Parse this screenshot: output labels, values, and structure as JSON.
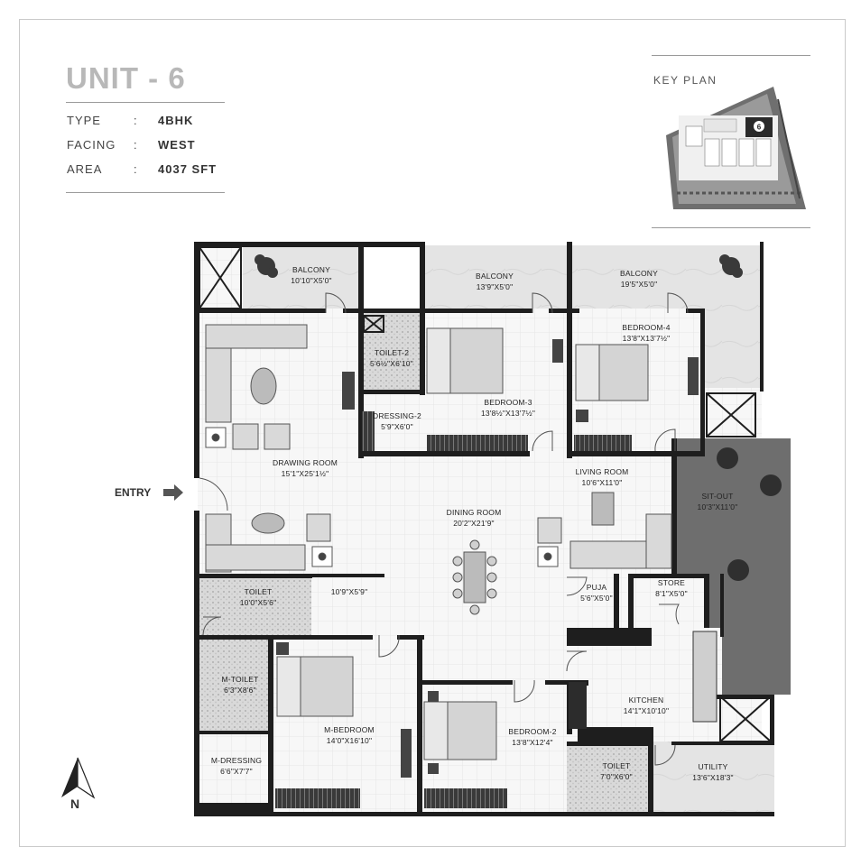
{
  "unit": {
    "title": "UNIT - 6",
    "specs": [
      {
        "label": "TYPE",
        "sep": ":",
        "value": "4BHK"
      },
      {
        "label": "FACING",
        "sep": ":",
        "value": "WEST"
      },
      {
        "label": "AREA",
        "sep": ":",
        "value": "4037 SFT"
      }
    ]
  },
  "key_plan": {
    "title": "KEY PLAN",
    "unit_marker": "6"
  },
  "entry_label": "ENTRY",
  "north_label": "N",
  "rooms": {
    "balcony_1": {
      "name": "BALCONY",
      "dim": "10'10\"X5'0\""
    },
    "balcony_2": {
      "name": "BALCONY",
      "dim": "13'9\"X5'0\""
    },
    "balcony_3": {
      "name": "BALCONY",
      "dim": "19'5\"X5'0\""
    },
    "bedroom_4": {
      "name": "BEDROOM-4",
      "dim": "13'8\"X13'7½\""
    },
    "toilet_2": {
      "name": "TOILET-2",
      "dim": "5'6½\"X6'10\""
    },
    "bedroom_3": {
      "name": "BEDROOM-3",
      "dim": "13'8½\"X13'7½\""
    },
    "dressing_2": {
      "name": "DRESSING-2",
      "dim": "5'9\"X6'0\""
    },
    "drawing_room": {
      "name": "DRAWING ROOM",
      "dim": "15'1\"X25'1½\""
    },
    "living_room": {
      "name": "LIVING ROOM",
      "dim": "10'6\"X11'0\""
    },
    "sit_out": {
      "name": "SIT-OUT",
      "dim": "10'3\"X11'0\""
    },
    "dining_room": {
      "name": "DINING ROOM",
      "dim": "20'2\"X21'9\""
    },
    "toilet_1": {
      "name": "TOILET",
      "dim": "10'0\"X5'6\""
    },
    "passage": {
      "name": "",
      "dim": "10'9\"X5'9\""
    },
    "puja": {
      "name": "PUJA",
      "dim": "5'6\"X5'0\""
    },
    "store": {
      "name": "STORE",
      "dim": "8'1\"X5'0\""
    },
    "m_toilet": {
      "name": "M-TOILET",
      "dim": "6'3\"X8'6\""
    },
    "kitchen": {
      "name": "KITCHEN",
      "dim": "14'1\"X10'10\""
    },
    "m_bedroom": {
      "name": "M-BEDROOM",
      "dim": "14'0\"X16'10\""
    },
    "bedroom_2": {
      "name": "BEDROOM-2",
      "dim": "13'8\"X12'4\""
    },
    "m_dressing": {
      "name": "M-DRESSING",
      "dim": "6'6\"X7'7\""
    },
    "toilet_3": {
      "name": "TOILET",
      "dim": "7'0\"X6'0\""
    },
    "utility": {
      "name": "UTILITY",
      "dim": "13'6\"X18'3\""
    }
  },
  "colors": {
    "wall": "#1e1e1e",
    "floor_tile": "#f6f6f6",
    "balcony": "#e3e3e3",
    "sit_out": "#6d6d6d",
    "title_grey": "#b8b8b8",
    "wet_floor": "#d4d4d4"
  }
}
